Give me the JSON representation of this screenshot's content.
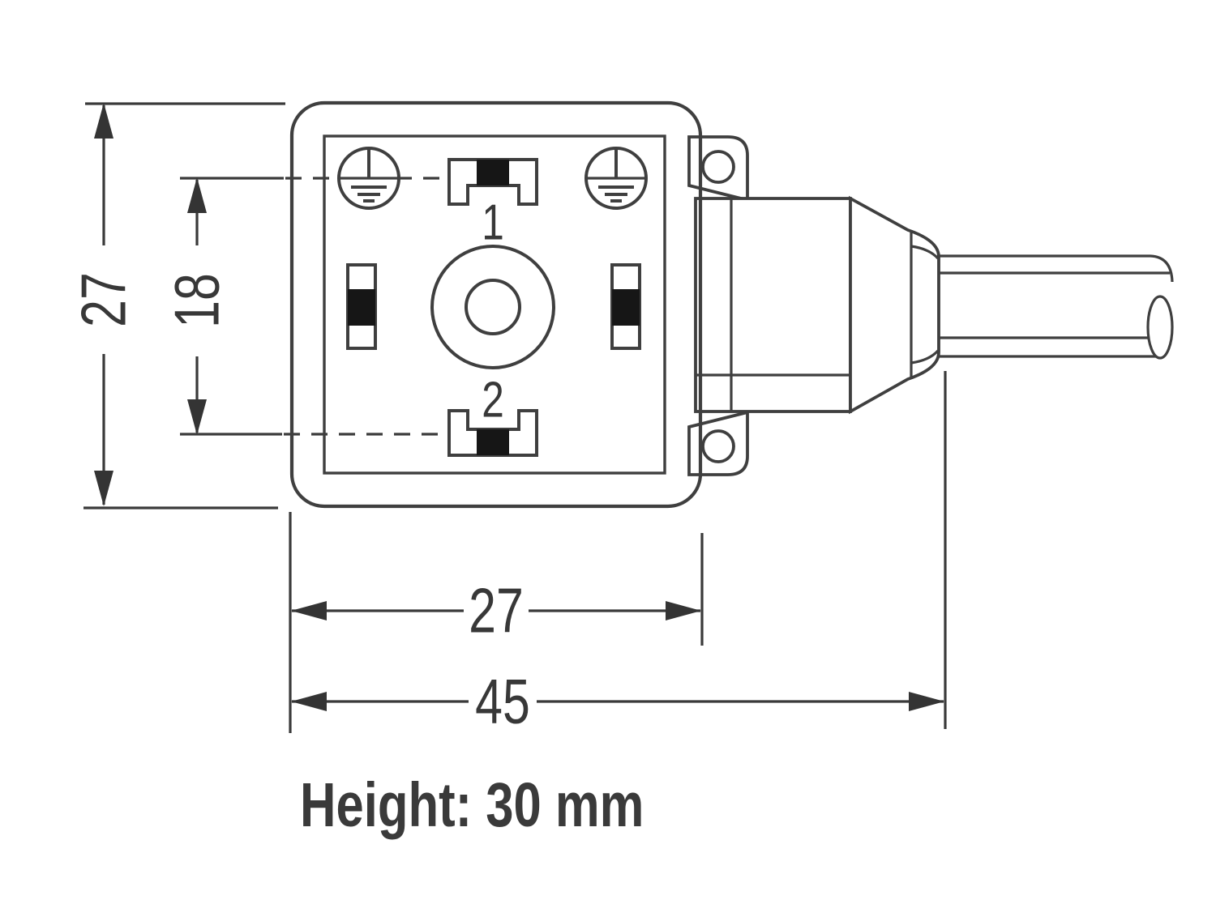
{
  "figure": {
    "type": "technical-dimension-drawing",
    "subject": "valve-connector-with-cable"
  },
  "front": {
    "pin1_label": "1",
    "pin2_label": "2"
  },
  "dims": {
    "outer_height": "27",
    "pin_spacing": "18",
    "body_width": "27",
    "total_length": "45"
  },
  "note": {
    "height": "Height: 30 mm"
  },
  "colors": {
    "background": "#ffffff",
    "line": "#3f3f3f",
    "dimension_line": "#3a3a3a",
    "black_fill": "#161616",
    "text": "#383838"
  }
}
